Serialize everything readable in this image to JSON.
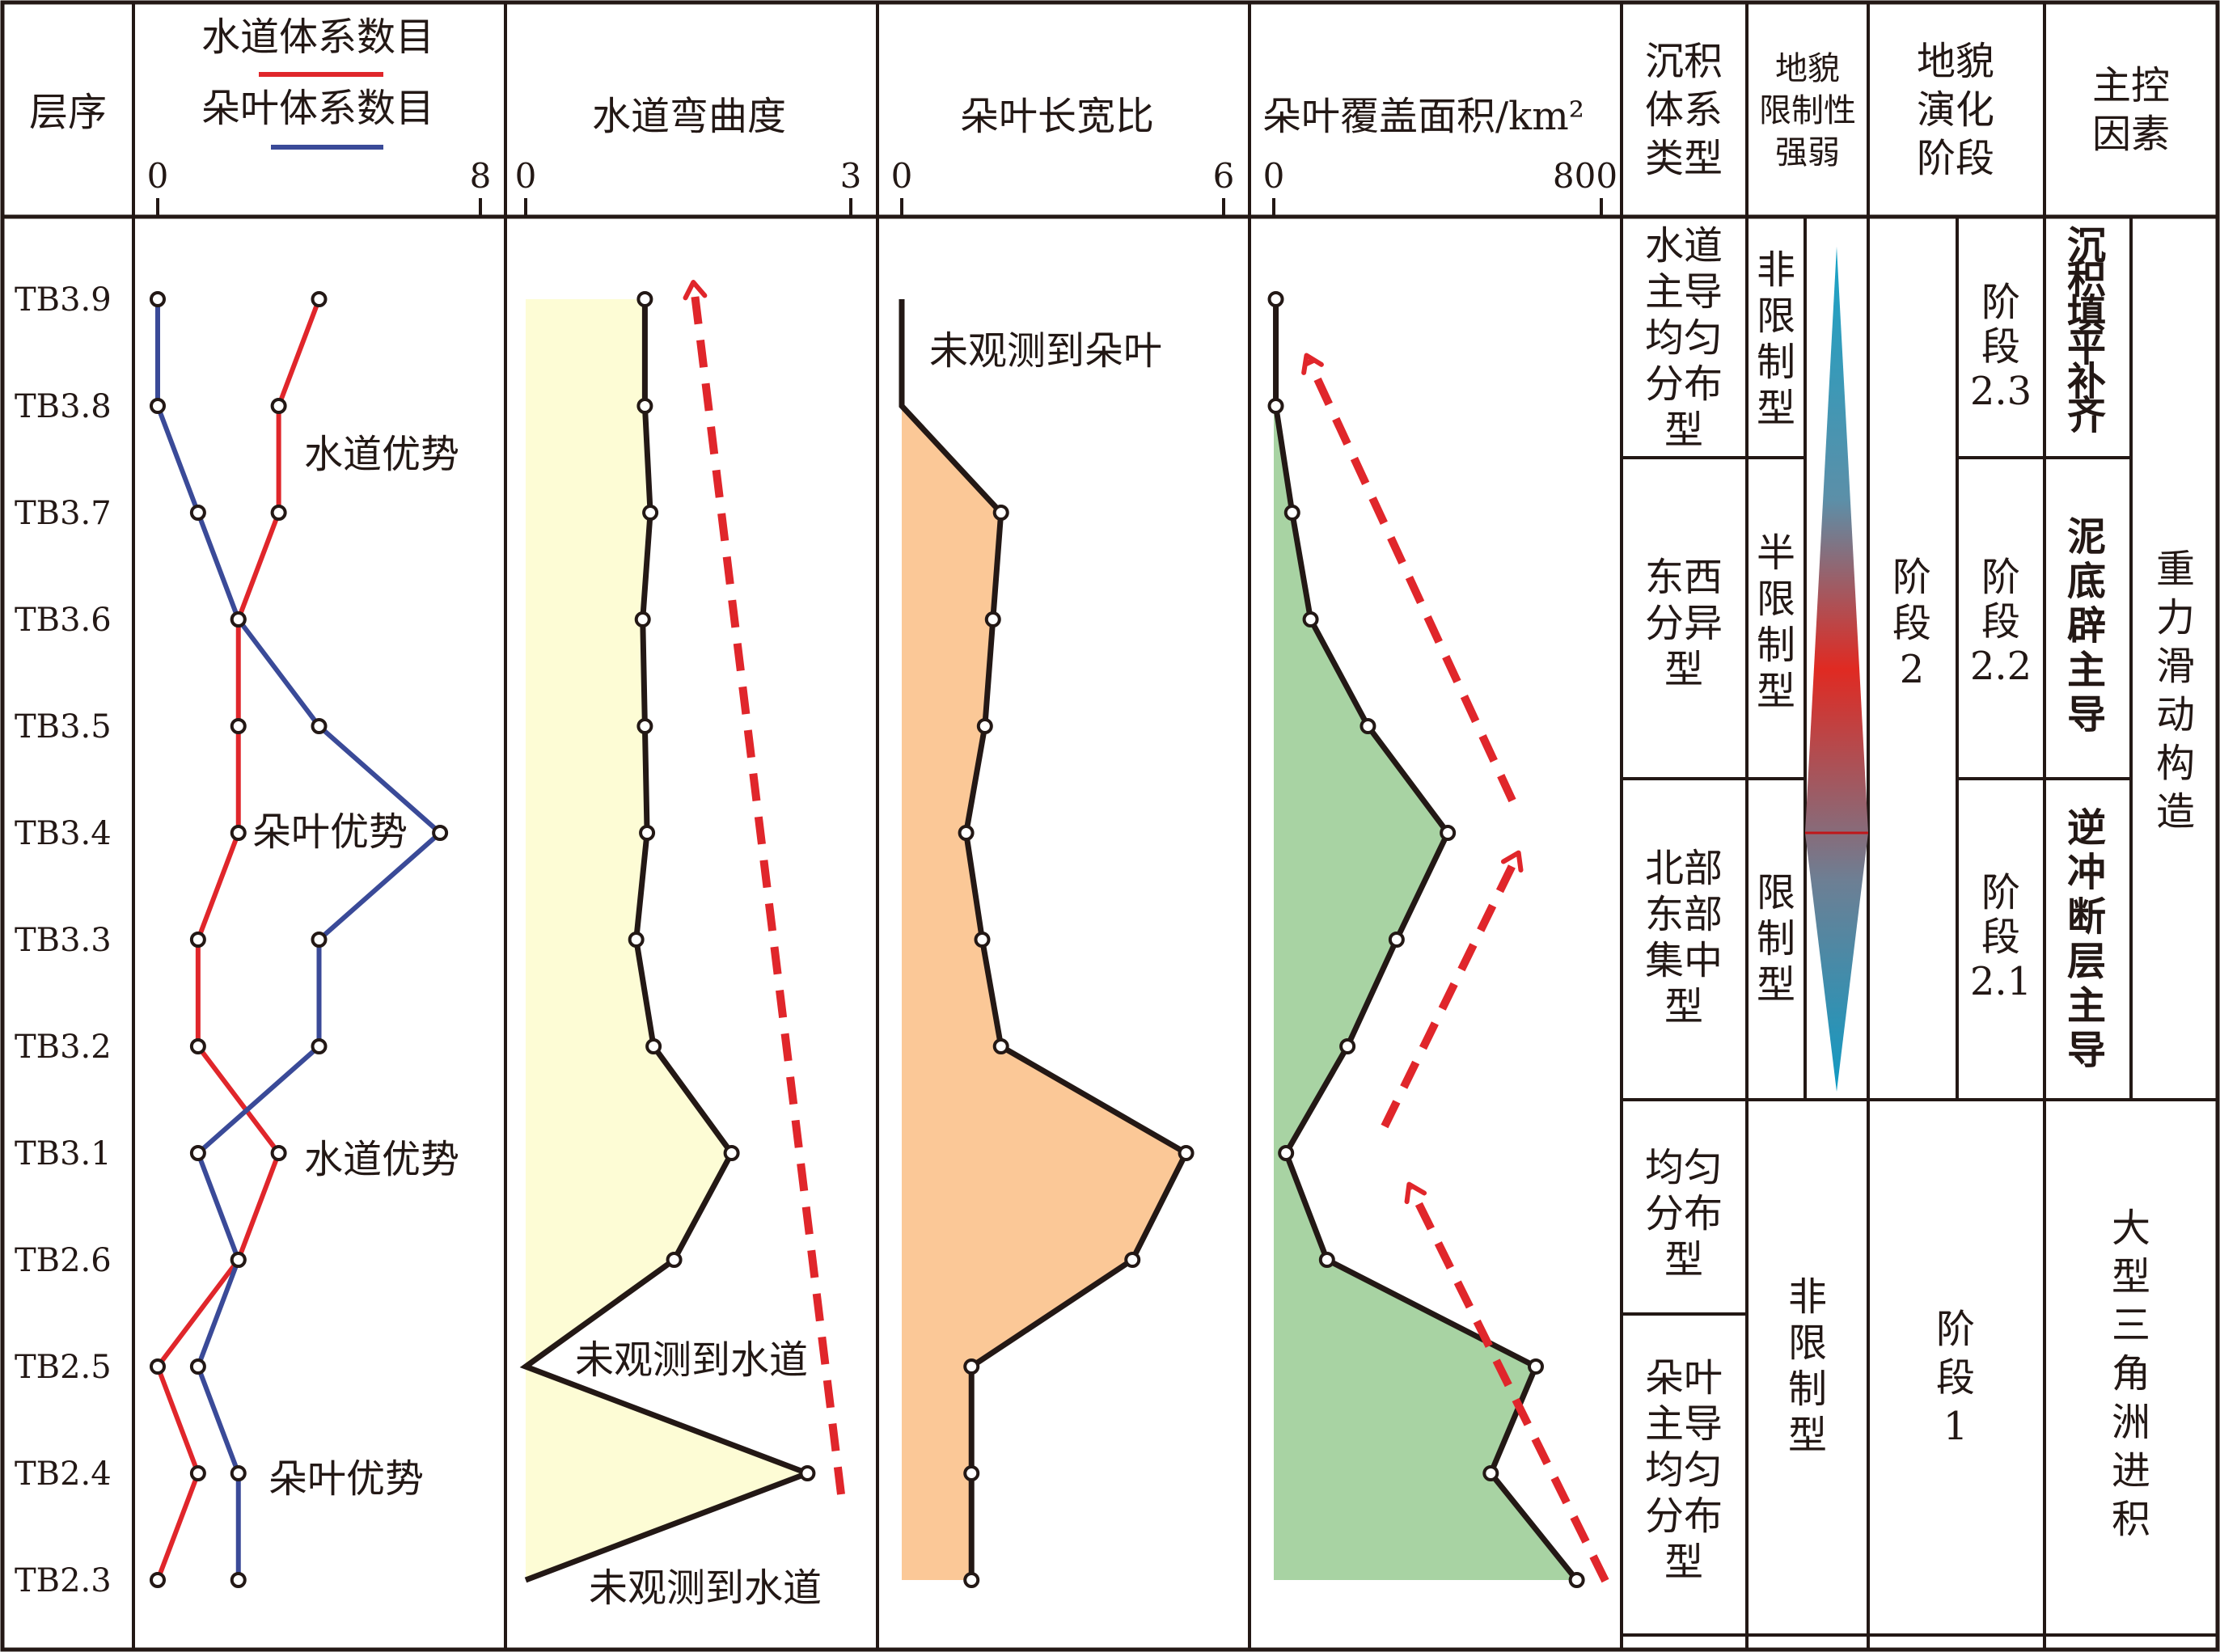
{
  "layers": [
    "TB3.9",
    "TB3.8",
    "TB3.7",
    "TB3.6",
    "TB3.5",
    "TB3.4",
    "TB3.3",
    "TB3.2",
    "TB3.1",
    "TB2.6",
    "TB2.5",
    "TB2.4",
    "TB2.3"
  ],
  "headers": {
    "layer": "层序",
    "panel1_line1": "水道体系数目",
    "panel1_line2": "朵叶体系数目",
    "panel2": "水道弯曲度",
    "panel3": "朵叶长宽比",
    "panel4": "朵叶覆盖面积/km²",
    "col_type": [
      "沉积",
      "体系",
      "类型"
    ],
    "col_limit": [
      "地貌",
      "限制性",
      "强弱"
    ],
    "col_stage": [
      "地貌",
      "演化",
      "阶段"
    ],
    "col_factor": [
      "主控",
      "因素"
    ]
  },
  "chart_data": [
    {
      "type": "line",
      "xlim": [
        0,
        8
      ],
      "ticks": [
        "0",
        "8"
      ],
      "categories": [
        "TB3.9",
        "TB3.8",
        "TB3.7",
        "TB3.6",
        "TB3.5",
        "TB3.4",
        "TB3.3",
        "TB3.2",
        "TB3.1",
        "TB2.6",
        "TB2.5",
        "TB2.4",
        "TB2.3"
      ],
      "series": [
        {
          "name": "水道体系数目",
          "color": "#e0262b",
          "values": [
            4,
            3,
            3,
            2,
            2,
            2,
            1,
            1,
            3,
            2,
            0,
            1,
            0
          ]
        },
        {
          "name": "朵叶体系数目",
          "color": "#3a4a98",
          "values": [
            0,
            0,
            1,
            2,
            4,
            7,
            4,
            4,
            1,
            2,
            1,
            2,
            2
          ]
        }
      ],
      "annotations": [
        "水道优势",
        "朵叶优势",
        "水道优势",
        "朵叶优势"
      ]
    },
    {
      "type": "area",
      "xlim": [
        0,
        3
      ],
      "ticks": [
        "0",
        "3"
      ],
      "fill": "#fdfcd5",
      "categories": [
        "TB3.9",
        "TB3.8",
        "TB3.7",
        "TB3.6",
        "TB3.5",
        "TB3.4",
        "TB3.3",
        "TB3.2",
        "TB3.1",
        "TB2.6",
        "TB2.5",
        "TB2.4",
        "TB2.3"
      ],
      "values": [
        1.1,
        1.1,
        1.15,
        1.08,
        1.1,
        1.12,
        1.02,
        1.18,
        1.9,
        1.37,
        0,
        2.6,
        0
      ],
      "annotations": [
        "未观测到水道",
        "未观测到水道"
      ]
    },
    {
      "type": "area",
      "xlim": [
        0,
        6
      ],
      "ticks": [
        "0",
        "6"
      ],
      "fill": "#fbc897",
      "categories": [
        "TB3.9",
        "TB3.8",
        "TB3.7",
        "TB3.6",
        "TB3.5",
        "TB3.4",
        "TB3.3",
        "TB3.2",
        "TB3.1",
        "TB2.6",
        "TB2.5",
        "TB2.4",
        "TB2.3"
      ],
      "values": [
        0,
        0,
        1.85,
        1.7,
        1.55,
        1.2,
        1.5,
        1.85,
        5.3,
        4.3,
        1.3,
        1.3,
        1.3
      ],
      "annotations": [
        "未观测到朵叶"
      ]
    },
    {
      "type": "area",
      "xlim": [
        0,
        800
      ],
      "ticks": [
        "0",
        "800"
      ],
      "fill": "#a8d3a3",
      "categories": [
        "TB3.9",
        "TB3.8",
        "TB3.7",
        "TB3.6",
        "TB3.5",
        "TB3.4",
        "TB3.3",
        "TB3.2",
        "TB3.1",
        "TB2.6",
        "TB2.5",
        "TB2.4",
        "TB2.3"
      ],
      "values": [
        5,
        5,
        45,
        90,
        230,
        425,
        300,
        180,
        30,
        130,
        640,
        530,
        740
      ]
    }
  ],
  "table": {
    "types": [
      [
        "水道",
        "主导",
        "均匀",
        "分布",
        "型"
      ],
      [
        "东西",
        "分异",
        "型"
      ],
      [
        "北部",
        "东部",
        "集中",
        "型"
      ],
      [
        "均匀",
        "分布",
        "型"
      ],
      [
        "朵叶",
        "主导",
        "均匀",
        "分布",
        "型"
      ]
    ],
    "limits": [
      [
        "非",
        "限",
        "制",
        "型"
      ],
      [
        "半",
        "限",
        "制",
        "型"
      ],
      [
        "限",
        "制",
        "型"
      ],
      [
        "非",
        "限",
        "制",
        "型"
      ]
    ],
    "stages": {
      "main2": [
        "阶",
        "段",
        "2"
      ],
      "main1": [
        "阶",
        "段",
        "1"
      ],
      "sub": [
        [
          "阶",
          "段",
          "2.3"
        ],
        [
          "阶",
          "段",
          "2.2"
        ],
        [
          "阶",
          "段",
          "2.1"
        ]
      ]
    },
    "factors": {
      "sub": [
        [
          "沉",
          "积",
          "填",
          "平",
          "补",
          "齐"
        ],
        [
          "泥",
          "底",
          "辟",
          "主",
          "导"
        ],
        [
          "逆",
          "冲",
          "断",
          "层",
          "主",
          "导"
        ]
      ],
      "main": [
        "重",
        "力",
        "滑",
        "动",
        "构",
        "造"
      ],
      "bottom": [
        "大",
        "型",
        "三",
        "角",
        "洲",
        "进",
        "积"
      ]
    }
  }
}
